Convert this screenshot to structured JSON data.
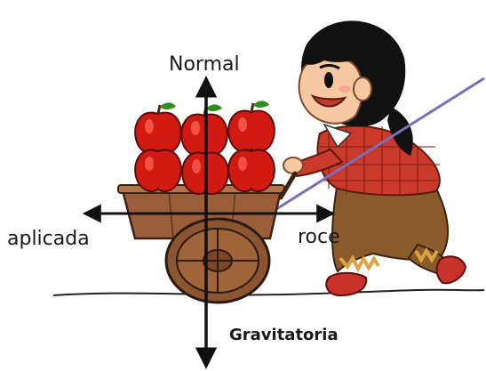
{
  "labels": {
    "normal": "Normal",
    "aplicada": "aplicada",
    "roce": "roce",
    "gravitatoria": "Gravitatoria"
  },
  "colors": {
    "apple": "#d11a12",
    "apple_highlight": "#ff6a5a",
    "leaf": "#2f8f1e",
    "cart_wood": "#9a5f3a",
    "wheel": "#8a5530",
    "shirt": "#c93a2a",
    "pants": "#8b5a2b",
    "hair": "#111111",
    "skin": "#f7c9a3",
    "rope": "#7b6fb8",
    "arrow": "#111111"
  },
  "icons": [
    "apple-icon",
    "cart-icon",
    "girl-illustration",
    "arrow-up-icon",
    "arrow-down-icon",
    "arrow-left-icon",
    "arrow-right-icon"
  ]
}
